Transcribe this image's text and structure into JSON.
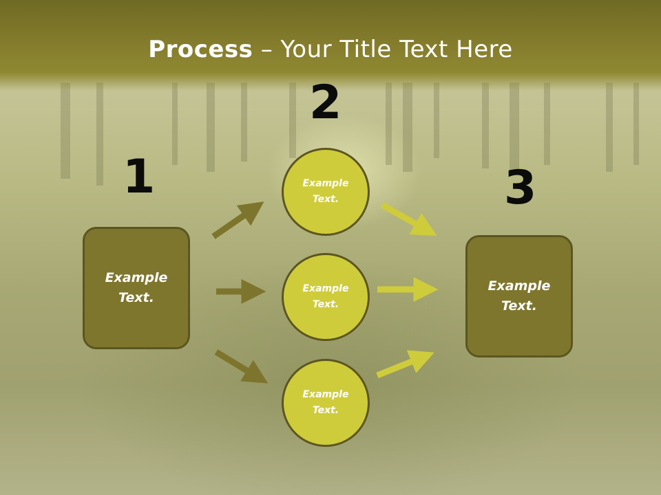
{
  "slide": {
    "title_bold": "Process",
    "title_rest": " – Your Title Text Here",
    "step_numbers": [
      "1",
      "2",
      "3"
    ],
    "left_box": "Example\nText.",
    "right_box": "Example\nText.",
    "circles": [
      "Example\nText.",
      "Example\nText.",
      "Example\nText."
    ]
  },
  "colors": {
    "header": "#857d2c",
    "box_fill": "#7f762e",
    "circle_fill": "#cfcc3b",
    "arrow_dark": "#7d752d",
    "arrow_light": "#cfcc3b"
  }
}
